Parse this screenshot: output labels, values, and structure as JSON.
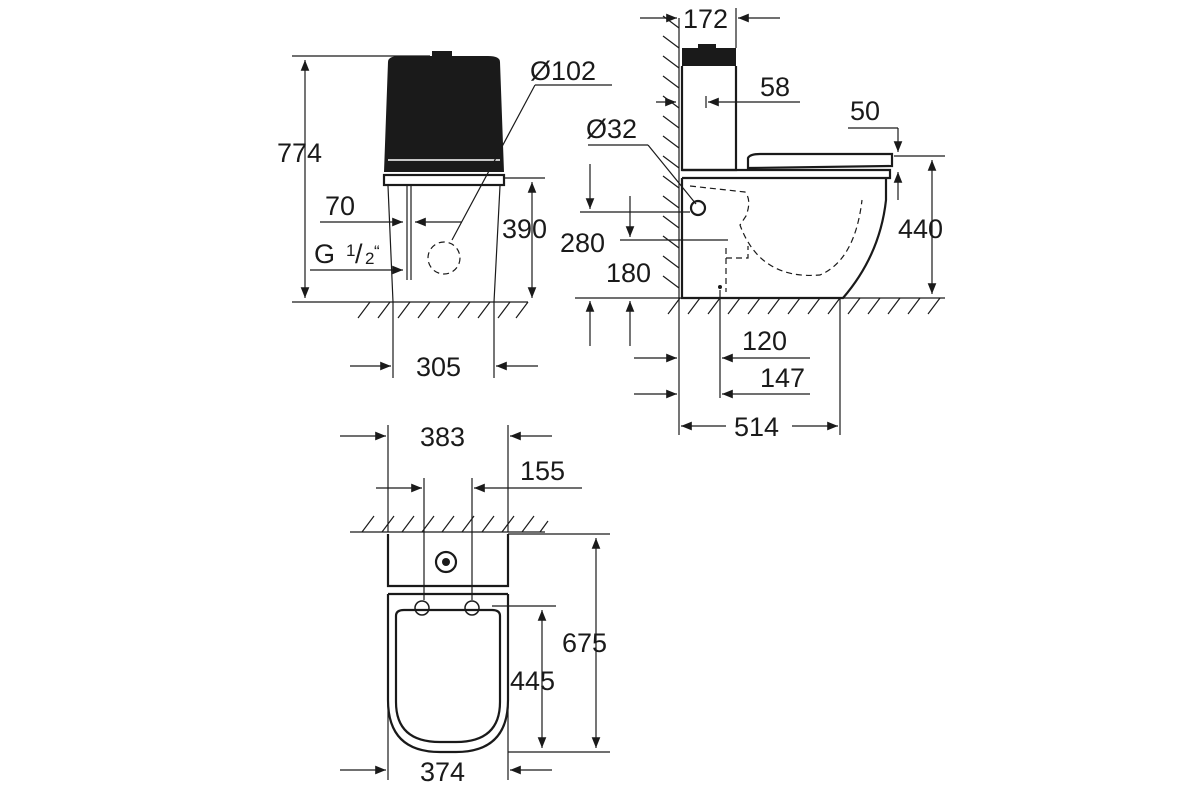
{
  "diagram": {
    "front_view": {
      "height_total": "774",
      "outlet_height": "390",
      "offset": "70",
      "connector_prefix": "G",
      "connector_num": "1",
      "connector_den": "2",
      "connector_suffix": "“",
      "width": "305",
      "pipe_diameter": "Ø102"
    },
    "side_view": {
      "tank_depth": "172",
      "flush_offset": "58",
      "inlet_diameter": "Ø32",
      "inlet_height": "280",
      "waste_height": "180",
      "seat_thickness": "50",
      "seat_height": "440",
      "outlet_distance_a": "120",
      "outlet_distance_b": "147",
      "total_depth": "514"
    },
    "top_view": {
      "tank_width": "383",
      "inlet_offset": "155",
      "total_length": "675",
      "bowl_length": "445",
      "bowl_width": "374"
    }
  }
}
